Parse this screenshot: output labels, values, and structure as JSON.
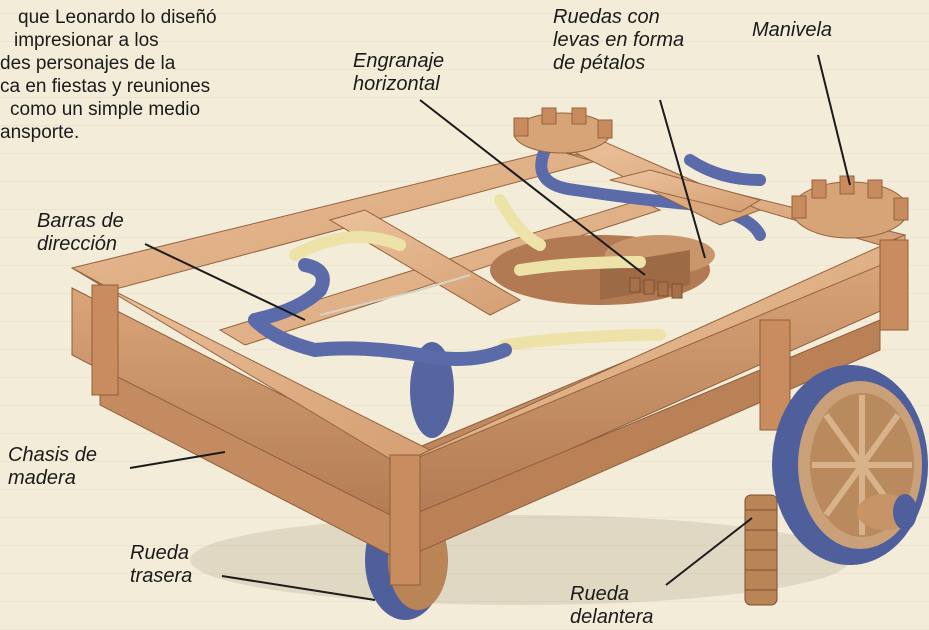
{
  "intro": {
    "lines": [
      "que Leonardo lo diseñó",
      "impresionar a los",
      "des personajes de la",
      "ca en fiestas y reuniones",
      "como un simple medio",
      "ansporte."
    ]
  },
  "labels": {
    "engranaje": [
      "Engranaje",
      "horizontal"
    ],
    "ruedas_levas": [
      "Ruedas con",
      "levas en forma",
      "de pétalos"
    ],
    "manivela": [
      "Manivela"
    ],
    "barras": [
      "Barras de",
      "dirección"
    ],
    "chasis": [
      "Chasis de",
      "madera"
    ],
    "rueda_trasera": [
      "Rueda",
      "trasera"
    ],
    "rueda_delantera": [
      "Rueda",
      "delantera"
    ]
  },
  "colors": {
    "paper": "#f3ecd9",
    "wood_light": "#e2b48c",
    "wood_mid": "#c98f63",
    "wood_dark": "#a8714b",
    "blue_band": "#5b6aa8",
    "cream_spring": "#ede2a8",
    "text": "#1b1b1b"
  }
}
